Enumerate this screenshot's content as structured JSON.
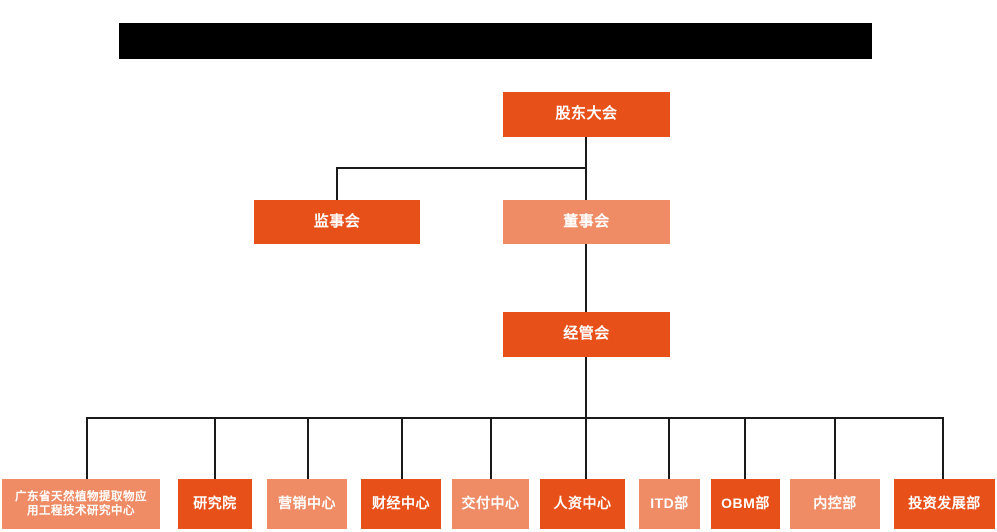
{
  "chart_data": {
    "type": "diagram",
    "title": "",
    "diagram_kind": "organization-chart",
    "orientation": "top-down",
    "background": "#FFFFFF",
    "colors": {
      "dark_orange": "#E8501A",
      "light_orange": "#EF8C65",
      "connector": "#1A1A1A",
      "redaction": "#000000",
      "node_text": "#FFFFFF"
    },
    "levels": [
      {
        "level": 1,
        "nodes": [
          "股东大会"
        ]
      },
      {
        "level": 2,
        "nodes": [
          "监事会",
          "董事会"
        ]
      },
      {
        "level": 3,
        "nodes": [
          "经管会"
        ]
      },
      {
        "level": 4,
        "nodes": [
          "广东省天然植物提取物应用工程技术研究中心",
          "研究院",
          "营销中心",
          "财经中心",
          "交付中心",
          "人资中心",
          "ITD部",
          "OBM部",
          "内控部",
          "投资发展部"
        ]
      }
    ],
    "edges": [
      {
        "from": "股东大会",
        "to": "监事会"
      },
      {
        "from": "股东大会",
        "to": "董事会"
      },
      {
        "from": "董事会",
        "to": "经管会"
      },
      {
        "from": "经管会",
        "to": "广东省天然植物提取物应用工程技术研究中心"
      },
      {
        "from": "经管会",
        "to": "研究院"
      },
      {
        "from": "经管会",
        "to": "营销中心"
      },
      {
        "from": "经管会",
        "to": "财经中心"
      },
      {
        "from": "经管会",
        "to": "交付中心"
      },
      {
        "from": "经管会",
        "to": "人资中心"
      },
      {
        "from": "经管会",
        "to": "ITD部"
      },
      {
        "from": "经管会",
        "to": "OBM部"
      },
      {
        "from": "经管会",
        "to": "内控部"
      },
      {
        "from": "经管会",
        "to": "投资发展部"
      }
    ]
  },
  "header": {
    "redacted_banner_label": ""
  },
  "nodes": {
    "shareholders_meeting": {
      "label": "股东大会",
      "tone": "dark"
    },
    "board_of_supervisors": {
      "label": "监事会",
      "tone": "dark"
    },
    "board_of_directors": {
      "label": "董事会",
      "tone": "light"
    },
    "management_committee": {
      "label": "经管会",
      "tone": "dark"
    }
  },
  "departments": [
    {
      "label_line1": "广东省天然植物提取物应",
      "label_line2": "用工程技术研究中心",
      "tone": "light"
    },
    {
      "label_line1": "研究院",
      "label_line2": "",
      "tone": "dark"
    },
    {
      "label_line1": "营销中心",
      "label_line2": "",
      "tone": "light"
    },
    {
      "label_line1": "财经中心",
      "label_line2": "",
      "tone": "dark"
    },
    {
      "label_line1": "交付中心",
      "label_line2": "",
      "tone": "light"
    },
    {
      "label_line1": "人资中心",
      "label_line2": "",
      "tone": "dark"
    },
    {
      "label_line1": "ITD部",
      "label_line2": "",
      "tone": "light"
    },
    {
      "label_line1": "OBM部",
      "label_line2": "",
      "tone": "dark"
    },
    {
      "label_line1": "内控部",
      "label_line2": "",
      "tone": "light"
    },
    {
      "label_line1": "投资发展部",
      "label_line2": "",
      "tone": "dark"
    }
  ]
}
